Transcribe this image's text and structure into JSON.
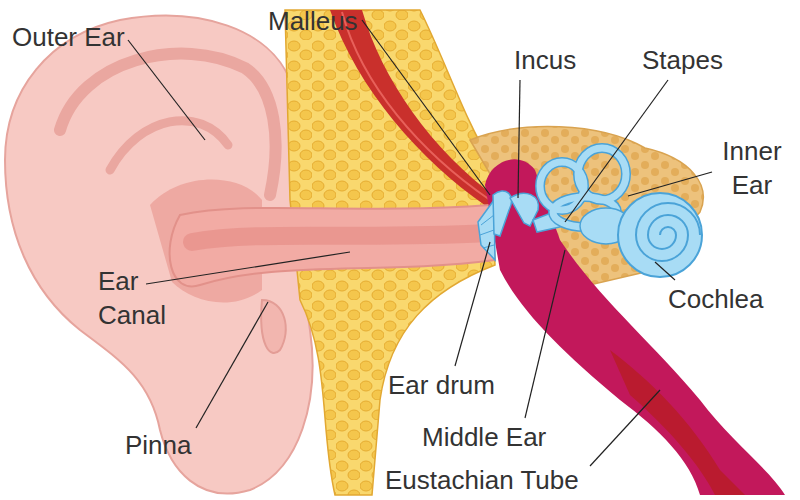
{
  "diagram": {
    "labels": [
      "Outer Ear",
      "Malleus",
      "Incus",
      "Stapes",
      "Inner Ear",
      "Ear Canal",
      "Cochlea",
      "Ear drum",
      "Middle Ear",
      "Pinna",
      "Eustachian Tube"
    ]
  }
}
